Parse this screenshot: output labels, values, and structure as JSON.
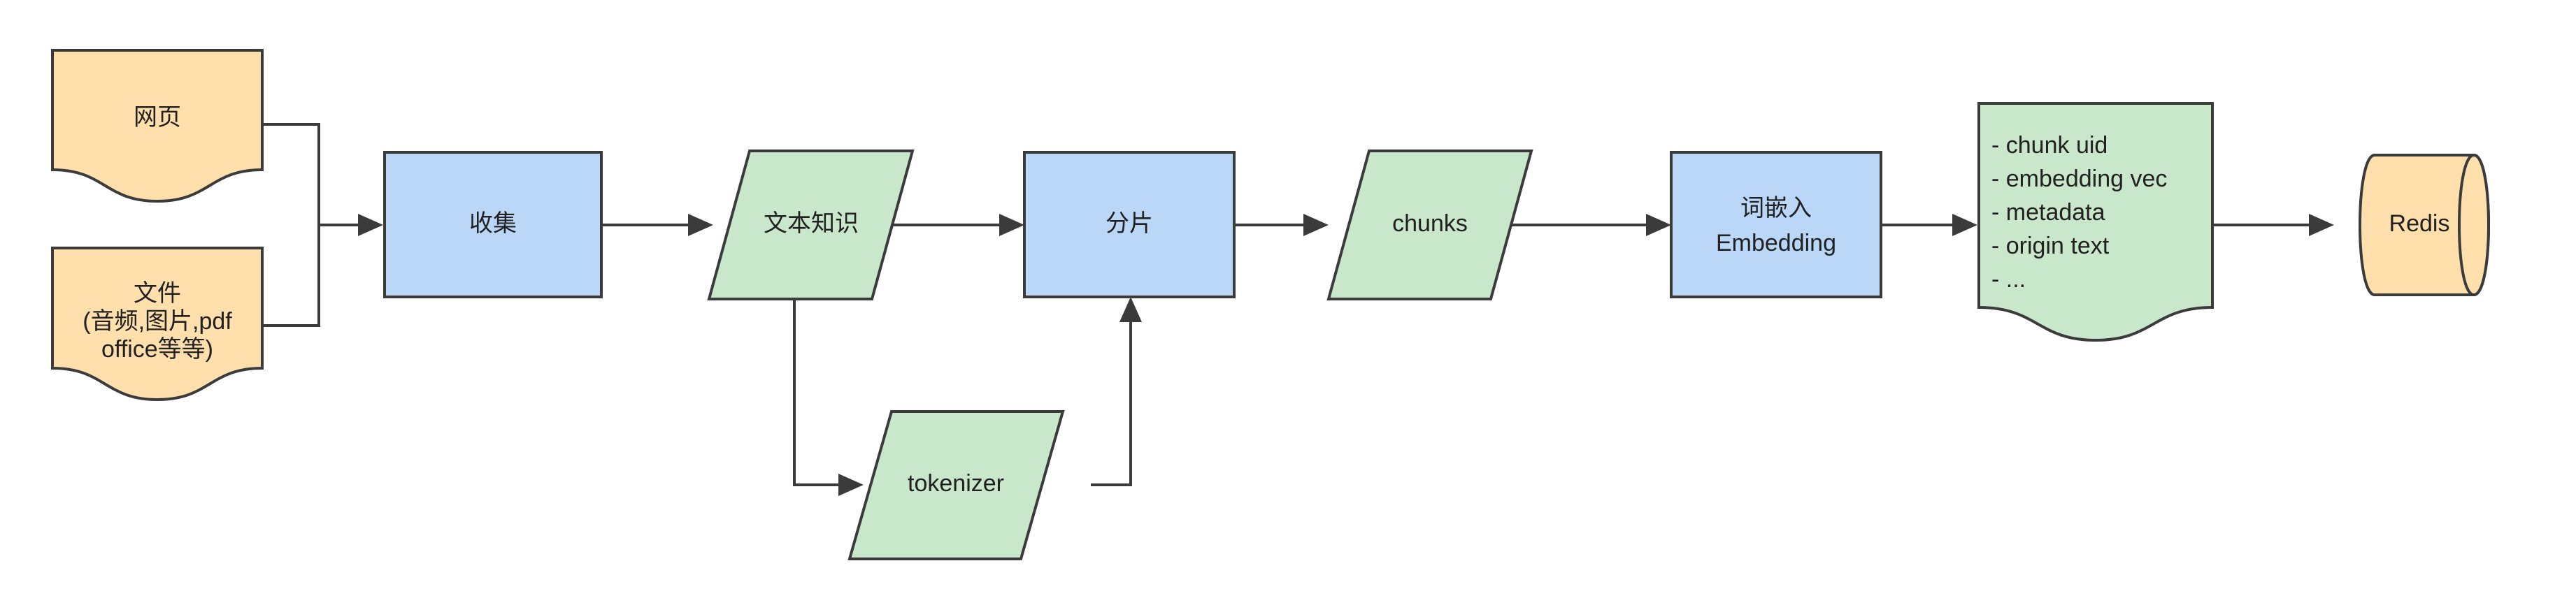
{
  "diagram": {
    "type": "flowchart",
    "orientation": "left-to-right",
    "background": "#ffffff",
    "colors": {
      "document_fill": "#ffdfab",
      "process_fill": "#bad7f7",
      "data_fill": "#c9e7cb",
      "stroke": "#3b3b3b",
      "text": "#212121"
    },
    "nodes": {
      "webpage": {
        "label": "网页",
        "shape": "document"
      },
      "file": {
        "label_line1": "文件",
        "label_line2": "(音频,图片,pdf",
        "label_line3": "office等等)",
        "shape": "document"
      },
      "collect": {
        "label": "收集",
        "shape": "process"
      },
      "text_knowledge": {
        "label": "文本知识",
        "shape": "parallelogram"
      },
      "split": {
        "label": "分片",
        "shape": "process"
      },
      "tokenizer": {
        "label": "tokenizer",
        "shape": "parallelogram"
      },
      "chunks": {
        "label": "chunks",
        "shape": "parallelogram"
      },
      "embedding": {
        "label_line1": "词嵌入",
        "label_line2": "Embedding",
        "shape": "process"
      },
      "chunk_record": {
        "shape": "document",
        "lines": [
          "- chunk uid",
          "- embedding vec",
          "- metadata",
          "  - origin text",
          "  - ..."
        ]
      },
      "redis": {
        "label": "Redis",
        "shape": "cylinder"
      }
    },
    "edges": [
      {
        "from": "webpage",
        "to": "collect"
      },
      {
        "from": "file",
        "to": "collect"
      },
      {
        "from": "collect",
        "to": "text_knowledge"
      },
      {
        "from": "text_knowledge",
        "to": "split"
      },
      {
        "from": "text_knowledge",
        "to": "tokenizer"
      },
      {
        "from": "tokenizer",
        "to": "split"
      },
      {
        "from": "split",
        "to": "chunks"
      },
      {
        "from": "chunks",
        "to": "embedding"
      },
      {
        "from": "embedding",
        "to": "chunk_record"
      },
      {
        "from": "chunk_record",
        "to": "redis"
      }
    ]
  }
}
